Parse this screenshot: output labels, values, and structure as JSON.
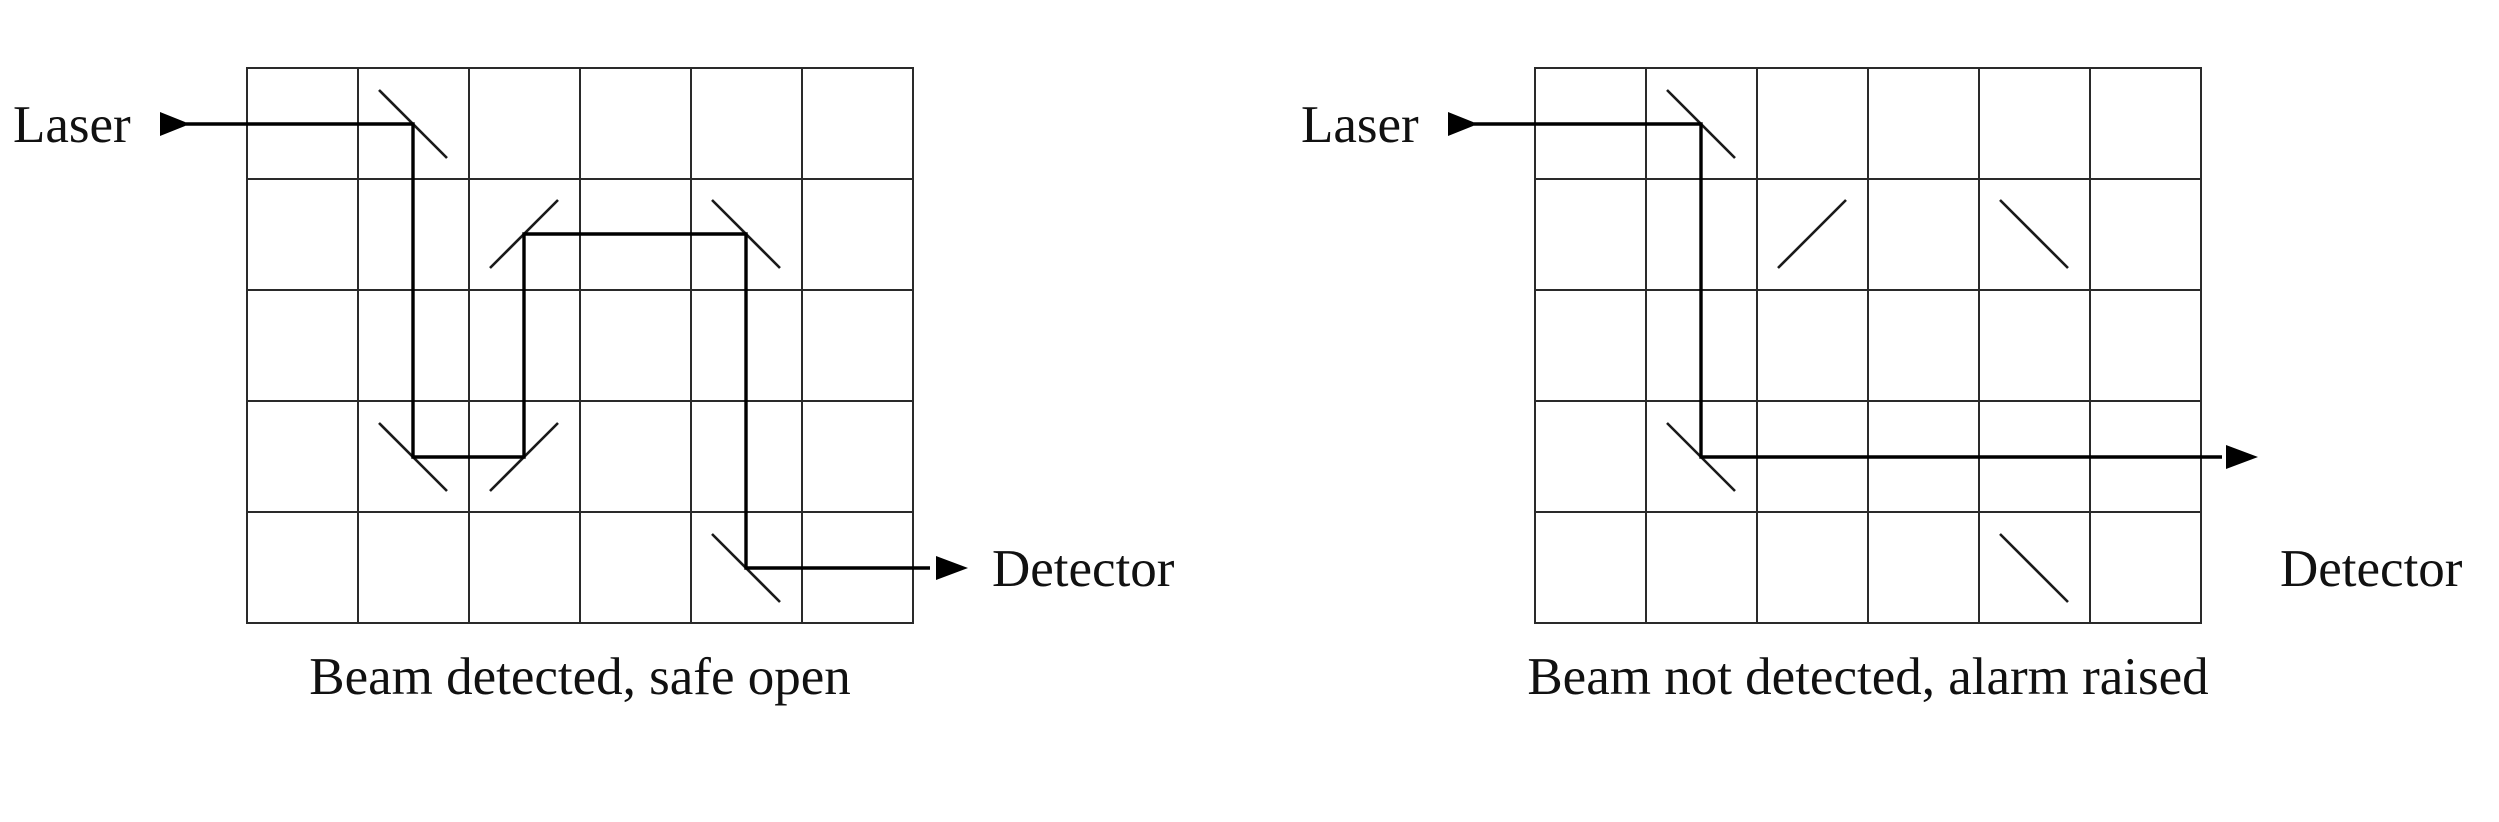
{
  "panels": [
    {
      "id": "left",
      "laser_label": "Laser",
      "detector_label": "Detector",
      "caption": "Beam detected, safe open",
      "grid": {
        "cols": 6,
        "rows": 5
      },
      "mirrors": [
        {
          "col": 1,
          "row": 0,
          "orientation": "backslash"
        },
        {
          "col": 2,
          "row": 1,
          "orientation": "slash"
        },
        {
          "col": 4,
          "row": 1,
          "orientation": "backslash"
        },
        {
          "col": 1,
          "row": 3,
          "orientation": "backslash"
        },
        {
          "col": 2,
          "row": 3,
          "orientation": "slash"
        },
        {
          "col": 4,
          "row": 4,
          "orientation": "backslash"
        }
      ],
      "beam_reaches_detector": true
    },
    {
      "id": "right",
      "laser_label": "Laser",
      "detector_label": "Detector",
      "caption": "Beam not detected, alarm raised",
      "grid": {
        "cols": 6,
        "rows": 5
      },
      "mirrors": [
        {
          "col": 1,
          "row": 0,
          "orientation": "backslash"
        },
        {
          "col": 2,
          "row": 1,
          "orientation": "slash"
        },
        {
          "col": 4,
          "row": 1,
          "orientation": "backslash"
        },
        {
          "col": 1,
          "row": 3,
          "orientation": "backslash"
        },
        {
          "col": 4,
          "row": 4,
          "orientation": "backslash"
        }
      ],
      "beam_reaches_detector": false
    }
  ]
}
